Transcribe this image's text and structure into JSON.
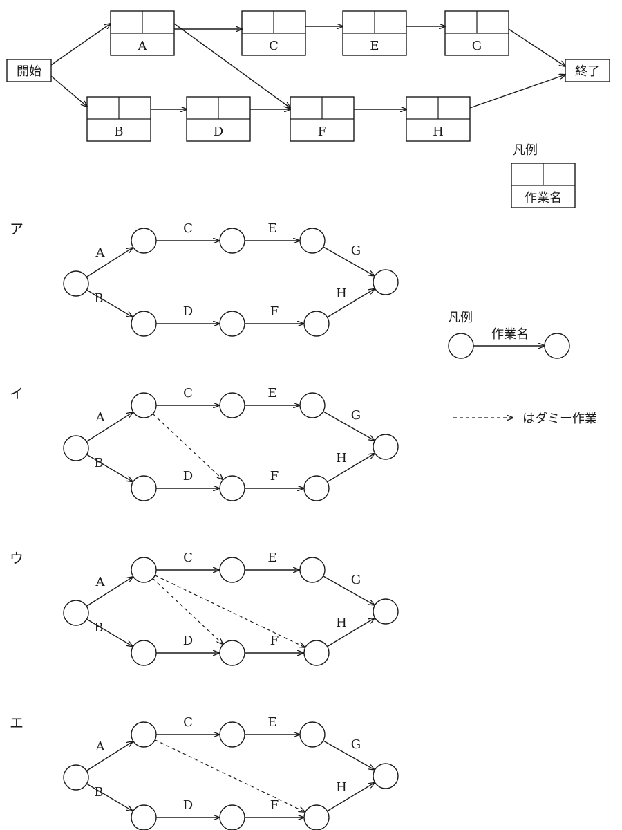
{
  "colors": {
    "ink": "#1a1a1a",
    "paper": "#ffffff"
  },
  "precedence": {
    "start_label": "開始",
    "end_label": "終了",
    "tasks": [
      "A",
      "B",
      "C",
      "D",
      "E",
      "F",
      "G",
      "H"
    ],
    "legend": {
      "title": "凡例",
      "task_name_label": "作業名"
    }
  },
  "arrow_legend": {
    "title": "凡例",
    "task_name_label": "作業名",
    "dummy_text": "はダミー作業"
  },
  "options": [
    {
      "mark": "ア",
      "edges": [
        "A",
        "B",
        "C",
        "D",
        "E",
        "F",
        "G",
        "H"
      ],
      "dummies": []
    },
    {
      "mark": "イ",
      "edges": [
        "A",
        "B",
        "C",
        "D",
        "E",
        "F",
        "G",
        "H"
      ],
      "dummies": [
        "n1-n5"
      ]
    },
    {
      "mark": "ウ",
      "edges": [
        "A",
        "B",
        "C",
        "D",
        "E",
        "F",
        "G",
        "H"
      ],
      "dummies": [
        "n1-n5",
        "n1-n6"
      ]
    },
    {
      "mark": "エ",
      "edges": [
        "A",
        "B",
        "C",
        "D",
        "E",
        "F",
        "G",
        "H"
      ],
      "dummies": [
        "n1-n6"
      ]
    }
  ]
}
